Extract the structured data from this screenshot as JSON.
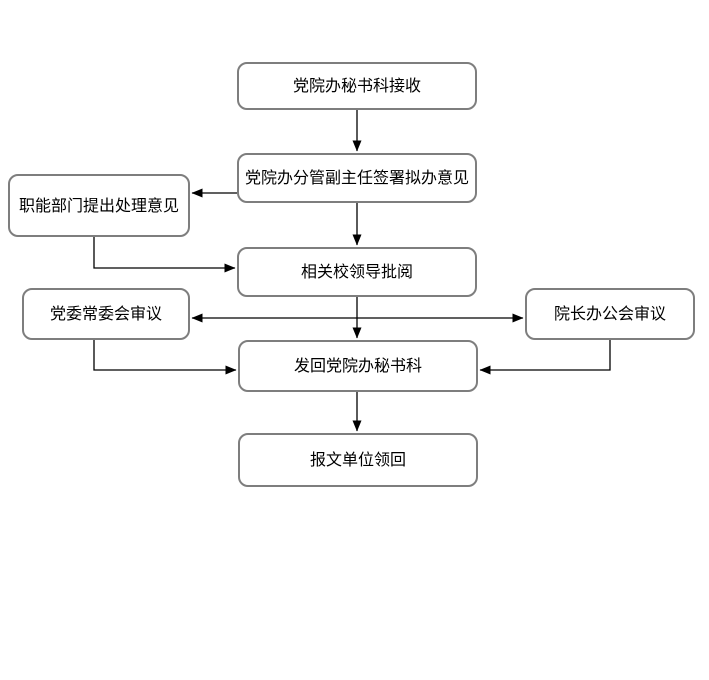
{
  "diagram": {
    "type": "flowchart",
    "background_color": "#ffffff",
    "box_border_color": "#7e7e7e",
    "line_color": "#000000",
    "text_color": "#000000",
    "nodes": [
      {
        "id": "secretariat-receive",
        "label": "党院办秘书科接收"
      },
      {
        "id": "deputy-director-sign",
        "label": "党院办分管副主任签署拟办意见"
      },
      {
        "id": "functional-dept-opinion",
        "label": "职能部门提出处理意见"
      },
      {
        "id": "school-leader-review",
        "label": "相关校领导批阅"
      },
      {
        "id": "party-standing-committee",
        "label": "党委常委会审议"
      },
      {
        "id": "president-office-meeting",
        "label": "院长办公会审议"
      },
      {
        "id": "return-to-secretariat",
        "label": "发回党院办秘书科"
      },
      {
        "id": "reporting-unit-retrieve",
        "label": "报文单位领回"
      }
    ],
    "edges": [
      {
        "from": "secretariat-receive",
        "to": "deputy-director-sign"
      },
      {
        "from": "deputy-director-sign",
        "to": "functional-dept-opinion"
      },
      {
        "from": "deputy-director-sign",
        "to": "school-leader-review"
      },
      {
        "from": "functional-dept-opinion",
        "to": "school-leader-review"
      },
      {
        "from": "school-leader-review",
        "to": "party-standing-committee"
      },
      {
        "from": "school-leader-review",
        "to": "president-office-meeting"
      },
      {
        "from": "school-leader-review",
        "to": "return-to-secretariat"
      },
      {
        "from": "party-standing-committee",
        "to": "return-to-secretariat"
      },
      {
        "from": "president-office-meeting",
        "to": "return-to-secretariat"
      },
      {
        "from": "return-to-secretariat",
        "to": "reporting-unit-retrieve"
      }
    ]
  }
}
